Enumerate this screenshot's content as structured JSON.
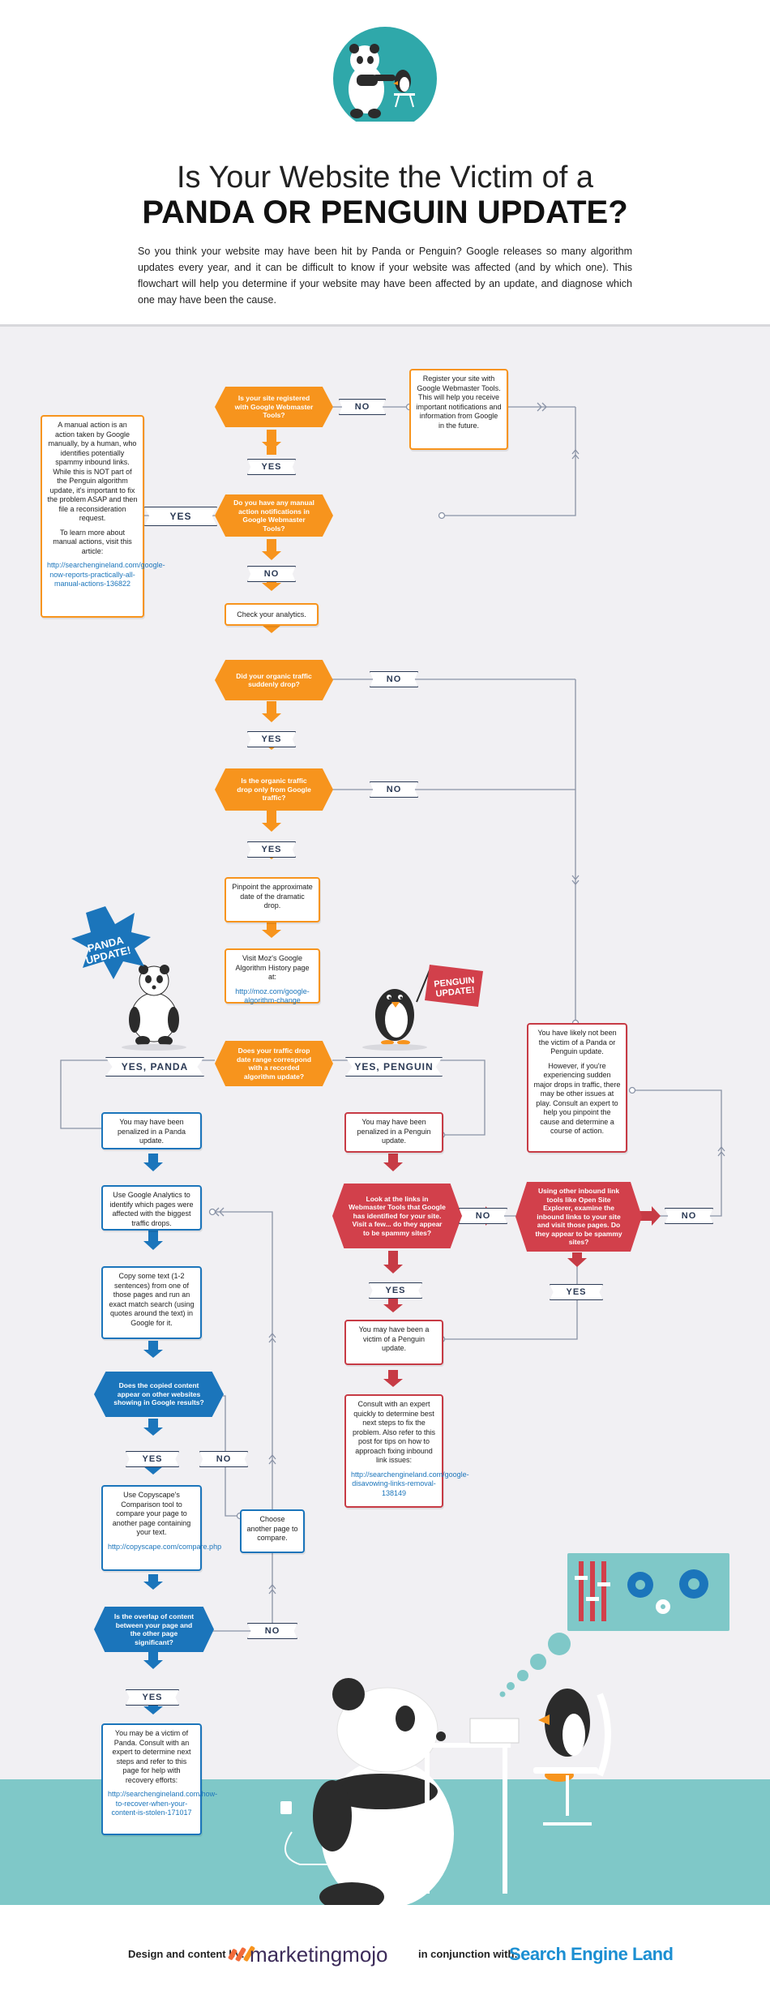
{
  "header": {
    "title_line1": "Is Your Website the Victim of a",
    "title_line2": "PANDA OR PENGUIN UPDATE?",
    "intro": "So you think your website may have been hit by Panda or Penguin? Google releases so many algorithm updates every year, and it can be difficult to know if your website was affected (and by which one). This flowchart will help you determine if your website may have been affected by an update, and diagnose which one may have been the cause."
  },
  "flow": {
    "d_registered": "Is your site registered with Google Webmaster Tools?",
    "no_1": "NO",
    "register_box": "Register your site with Google Webmaster Tools. This will help you receive important notifications and information from Google in the future.",
    "yes_1": "YES",
    "d_manual": "Do you have any manual action notifications in Google Webmaster Tools?",
    "yes_manual": "YES",
    "manual_box_text": "A manual action is an action taken by Google manually, by a human, who identifies potentially spammy inbound links. While this is NOT part of the Penguin algorithm update, it's important to fix the problem ASAP and then file a reconsideration request.",
    "manual_box_more": "To learn more about manual actions, visit this article:",
    "manual_box_link": "http://searchengineland.com/google-now-reports-practically-all-manual-actions-136822",
    "no_2": "NO",
    "check_analytics": "Check your analytics.",
    "d_drop": "Did your organic traffic suddenly drop?",
    "no_3": "NO",
    "yes_3": "YES",
    "d_google_only": "Is the organic traffic drop only from Google traffic?",
    "no_4": "NO",
    "yes_4": "YES",
    "pinpoint": "Pinpoint the approximate date of the dramatic drop.",
    "moz_text": "Visit Moz's Google Algorithm History page at:",
    "moz_link": "http://moz.com/google-algorithm-change",
    "d_coincide": "Does your traffic drop date range correspond with a recorded algorithm update?",
    "yes_panda": "YES, PANDA",
    "yes_penguin": "YES, PENGUIN",
    "panda_badge": "PANDA UPDATE!",
    "penguin_flag": "PENGUIN UPDATE!",
    "not_victim_text": "You have likely not been the victim of a Panda or Penguin update.",
    "not_victim_more": "However, if you're experiencing sudden major drops in traffic, there may be other issues at play. Consult an expert to help you pinpoint the cause and determine a course of action.",
    "panda_penalized": "You may have been penalized in a Panda update.",
    "ga_pages": "Use Google Analytics to identify which pages were affected with the biggest traffic drops.",
    "copy_text": "Copy some text (1-2 sentences) from one of those pages and run an exact match search (using quotes around the text) in Google for it.",
    "d_copied": "Does the copied content appear on other websites showing in Google results?",
    "yes_copied": "YES",
    "no_copied": "NO",
    "copyscape_text": "Use Copyscape's Comparison tool to compare your page to another page containing your text.",
    "copyscape_link": "http://copyscape.com/compare.php",
    "choose_another": "Choose another page to compare.",
    "d_overlap": "Is the overlap of content between your page and the other page significant?",
    "no_overlap": "NO",
    "yes_overlap": "YES",
    "panda_victim_text": "You may be a victim of Panda. Consult with an expert to determine next steps and refer to this page for help with recovery efforts:",
    "panda_victim_link": "http://searchengineland.com/how-to-recover-when-your-content-is-stolen-171017",
    "penguin_penalized": "You may have been penalized in a Penguin update.",
    "d_links_wmt": "Look at the links in Webmaster Tools that Google has identified for your site. Visit a few... do they appear to be spammy sites?",
    "no_links_wmt": "NO",
    "d_other_links": "Using other inbound link tools like Open Site Explorer, examine the inbound links to your site and visit those pages. Do they appear to be spammy sites?",
    "no_other": "NO",
    "yes_links_wmt": "YES",
    "yes_other": "YES",
    "penguin_victim": "You may have been a victim of a Penguin update.",
    "consult_text": "Consult with an expert quickly to determine best next steps to fix the problem. Also refer to this post for tips on how to approach fixing inbound link issues:",
    "consult_link": "http://searchengineland.com/google-disavowing-links-removal-138149"
  },
  "footer": {
    "design_by": "Design and content by:",
    "marketingmojo": "marketingmojo",
    "conjunction": "in conjunction with:",
    "search_engine_land": "Search Engine Land"
  },
  "colors": {
    "orange": "#f7941d",
    "blue": "#1b75bb",
    "red": "#d2404b",
    "navy": "#2b3a55",
    "teal": "#2fa8aa"
  }
}
